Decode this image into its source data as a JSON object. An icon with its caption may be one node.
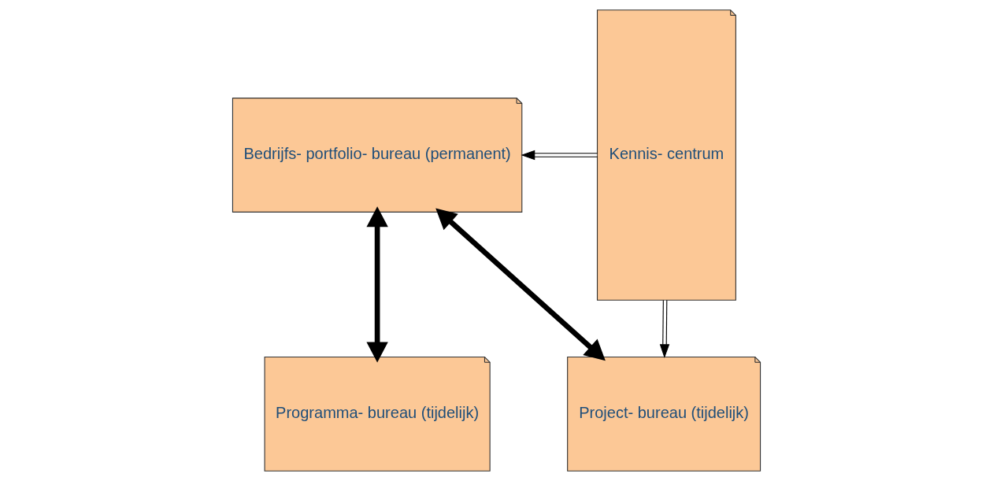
{
  "diagram": {
    "nodes": [
      {
        "text": [
          "Bedrijfs- portfolio- bureau (permanent)"
        ]
      },
      {
        "text": [
          "Programma- bureau (tijdelijk)"
        ]
      },
      {
        "text": [
          "Project- bureau (tijdelijk)"
        ]
      },
      {
        "text": [
          "Kennis- centrum"
        ]
      }
    ],
    "edges": [
      {
        "from": 3,
        "to": 0,
        "arrow": "to"
      },
      {
        "from": 0,
        "to": 1,
        "arrow": "both",
        "style": "thick"
      },
      {
        "from": 0,
        "to": 2,
        "arrow": "both",
        "style": "thick"
      },
      {
        "from": 3,
        "to": 2,
        "arrow": "to"
      }
    ]
  }
}
